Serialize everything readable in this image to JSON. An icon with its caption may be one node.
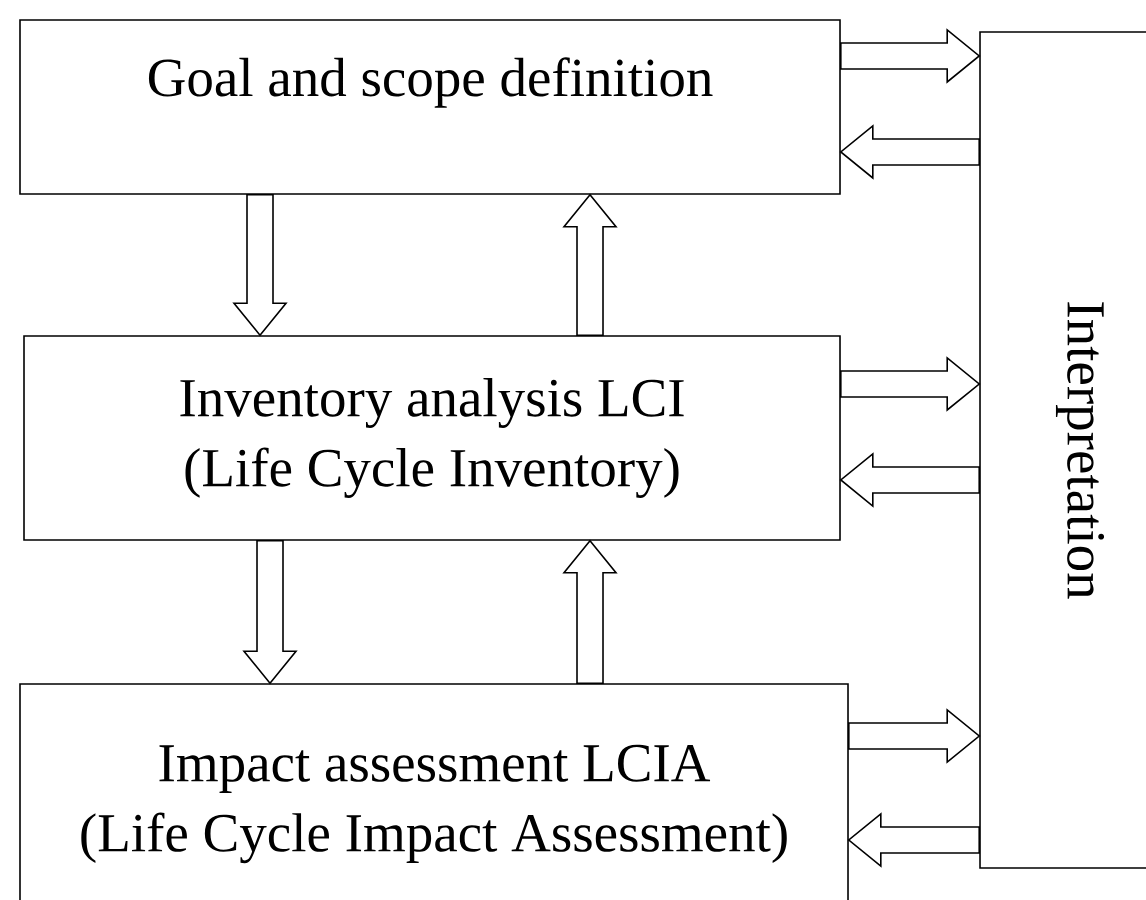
{
  "diagram": {
    "nodes": [
      {
        "text": [
          "Goal and scope definition"
        ]
      },
      {
        "text": [
          "Inventory analysis LCI",
          "(Life Cycle Inventory)"
        ]
      },
      {
        "text": [
          "Impact assessment LCIA",
          "(Life Cycle Impact Assessment)"
        ]
      },
      {
        "text": [
          "Interpretation"
        ]
      }
    ],
    "edges": [
      {
        "from": 0,
        "to": 1,
        "arrow": "to"
      },
      {
        "from": 1,
        "to": 0,
        "arrow": "to"
      },
      {
        "from": 1,
        "to": 2,
        "arrow": "to"
      },
      {
        "from": 2,
        "to": 1,
        "arrow": "to"
      },
      {
        "from": 0,
        "to": 3,
        "arrow": "to"
      },
      {
        "from": 3,
        "to": 0,
        "arrow": "to"
      },
      {
        "from": 1,
        "to": 3,
        "arrow": "to"
      },
      {
        "from": 3,
        "to": 1,
        "arrow": "to"
      },
      {
        "from": 2,
        "to": 3,
        "arrow": "to"
      },
      {
        "from": 3,
        "to": 2,
        "arrow": "to"
      }
    ]
  }
}
